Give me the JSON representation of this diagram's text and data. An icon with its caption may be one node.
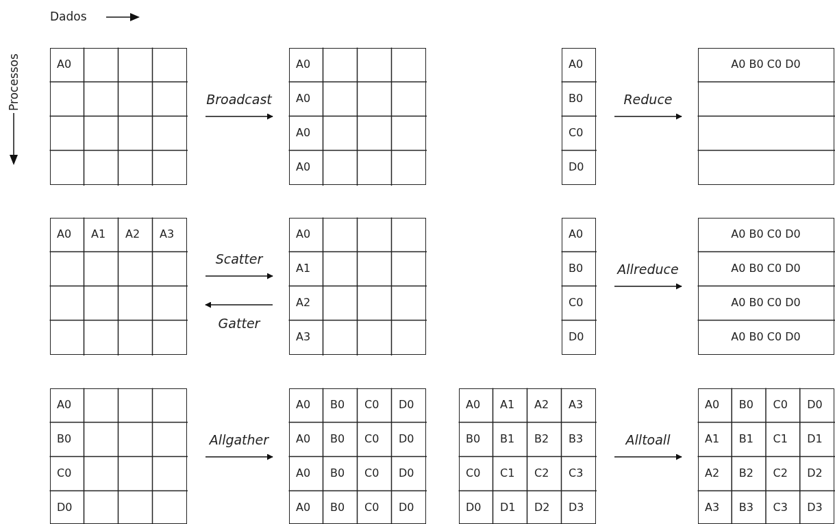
{
  "diagram": {
    "nodes": [
      {
        "text": [
          "A0"
        ]
      },
      {
        "text": [
          "A0",
          "A0",
          "A0",
          "A0"
        ]
      },
      {
        "text": [
          "A0",
          "B0",
          "C0",
          "D0"
        ]
      },
      {
        "text": [
          "A0 B0 C0 D0"
        ]
      },
      {
        "text": [
          "A0",
          "A1",
          "A2",
          "A3"
        ]
      },
      {
        "text": [
          "A0",
          "A1",
          "A2",
          "A3"
        ]
      },
      {
        "text": [
          "A0",
          "B0",
          "C0",
          "D0"
        ]
      },
      {
        "text": [
          "A0 B0 C0 D0",
          "A0 B0 C0 D0",
          "A0 B0 C0 D0",
          "A0 B0 C0 D0"
        ]
      },
      {
        "text": [
          "A0",
          "B0",
          "C0",
          "D0"
        ]
      },
      {
        "text": [
          "A0",
          "B0",
          "C0",
          "D0",
          "A0",
          "B0",
          "C0",
          "D0",
          "A0",
          "B0",
          "C0",
          "D0",
          "A0",
          "B0",
          "C0",
          "D0"
        ]
      },
      {
        "text": [
          "A0",
          "A1",
          "A2",
          "A3",
          "B0",
          "B1",
          "B2",
          "B3",
          "C0",
          "C1",
          "C2",
          "C3",
          "D0",
          "D1",
          "D2",
          "D3"
        ]
      },
      {
        "text": [
          "A0",
          "B0",
          "C0",
          "D0",
          "A1",
          "B1",
          "C1",
          "D1",
          "A2",
          "B2",
          "C2",
          "D2",
          "A3",
          "B3",
          "C3",
          "D3"
        ]
      }
    ],
    "edges": [
      {
        "from": 0,
        "to": 1,
        "arrow": "to",
        "label": "Broadcast"
      },
      {
        "from": 2,
        "to": 3,
        "arrow": "to",
        "label": "Reduce"
      },
      {
        "from": 4,
        "to": 5,
        "arrow": "to",
        "label": "Scatter"
      },
      {
        "from": 5,
        "to": 4,
        "arrow": "to",
        "label": "Gatter"
      },
      {
        "from": 6,
        "to": 7,
        "arrow": "to",
        "label": "Allreduce"
      },
      {
        "from": 8,
        "to": 9,
        "arrow": "to",
        "label": "Allgather"
      },
      {
        "from": 10,
        "to": 11,
        "arrow": "to",
        "label": "Alltoall"
      }
    ],
    "labels": [
      "Dados",
      "Processos"
    ]
  }
}
